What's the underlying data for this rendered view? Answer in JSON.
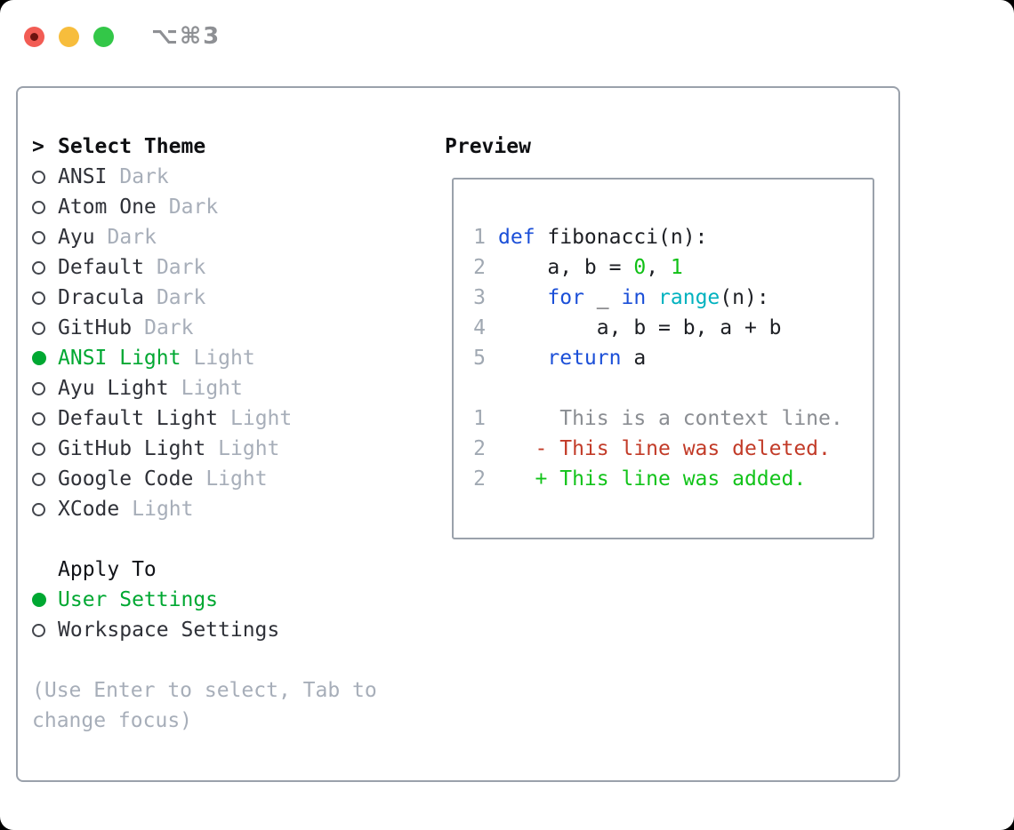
{
  "window": {
    "title": "⌥⌘3"
  },
  "titlebar": {
    "buttons": [
      {
        "name": "close-button"
      },
      {
        "name": "minimize-button"
      },
      {
        "name": "zoom-button"
      }
    ]
  },
  "panel": {
    "themes": {
      "header_marker": ">",
      "header": "Select Theme",
      "items": [
        {
          "name": "ANSI",
          "variant": "Dark",
          "selected": false
        },
        {
          "name": "Atom One",
          "variant": "Dark",
          "selected": false
        },
        {
          "name": "Ayu",
          "variant": "Dark",
          "selected": false
        },
        {
          "name": "Default",
          "variant": "Dark",
          "selected": false
        },
        {
          "name": "Dracula",
          "variant": "Dark",
          "selected": false
        },
        {
          "name": "GitHub",
          "variant": "Dark",
          "selected": false
        },
        {
          "name": "ANSI Light",
          "variant": "Light",
          "selected": true
        },
        {
          "name": "Ayu Light",
          "variant": "Light",
          "selected": false
        },
        {
          "name": "Default Light",
          "variant": "Light",
          "selected": false
        },
        {
          "name": "GitHub Light",
          "variant": "Light",
          "selected": false
        },
        {
          "name": "Google Code",
          "variant": "Light",
          "selected": false
        },
        {
          "name": "XCode",
          "variant": "Light",
          "selected": false
        }
      ]
    },
    "apply_to": {
      "header": "Apply To",
      "options": [
        {
          "label": "User Settings",
          "selected": true
        },
        {
          "label": "Workspace Settings",
          "selected": false
        }
      ]
    },
    "help": [
      "(Use Enter to select, Tab to",
      "change focus)"
    ]
  },
  "preview": {
    "title": "Preview",
    "code_lines": [
      {
        "num": "1",
        "tokens": [
          {
            "t": "def",
            "c": "keyword"
          },
          {
            "t": " fibonacci(n):",
            "c": "code"
          }
        ]
      },
      {
        "num": "2",
        "tokens": [
          {
            "t": "    a, b = ",
            "c": "code"
          },
          {
            "t": "0",
            "c": "number"
          },
          {
            "t": ", ",
            "c": "code"
          },
          {
            "t": "1",
            "c": "number"
          }
        ]
      },
      {
        "num": "3",
        "tokens": [
          {
            "t": "    ",
            "c": "code"
          },
          {
            "t": "for",
            "c": "keyword"
          },
          {
            "t": " _ ",
            "c": "code"
          },
          {
            "t": "in",
            "c": "keyword"
          },
          {
            "t": " ",
            "c": "code"
          },
          {
            "t": "range",
            "c": "builtin"
          },
          {
            "t": "(n):",
            "c": "code"
          }
        ]
      },
      {
        "num": "4",
        "tokens": [
          {
            "t": "        a, b = b, a + b",
            "c": "code"
          }
        ]
      },
      {
        "num": "5",
        "tokens": [
          {
            "t": "    ",
            "c": "code"
          },
          {
            "t": "return",
            "c": "keyword"
          },
          {
            "t": " a",
            "c": "code"
          }
        ]
      },
      {
        "num": "",
        "tokens": []
      },
      {
        "num": "1",
        "tokens": [
          {
            "t": "     This is a context line.",
            "c": "context"
          }
        ]
      },
      {
        "num": "2",
        "tokens": [
          {
            "t": "   - This line was deleted.",
            "c": "deleted"
          }
        ]
      },
      {
        "num": "2",
        "tokens": [
          {
            "t": "   + This line was added.",
            "c": "added"
          }
        ]
      }
    ]
  },
  "colors": {
    "accent_green": "#00a832",
    "keyword_blue": "#1b4fd8",
    "builtin_cyan": "#00b2bf",
    "number_green": "#10c016",
    "deleted_red": "#c23b28",
    "added_green": "#12c31a",
    "muted_gray": "#a7aeb9",
    "context_gray": "#8a8d92",
    "border_gray": "#9aa1ab"
  }
}
